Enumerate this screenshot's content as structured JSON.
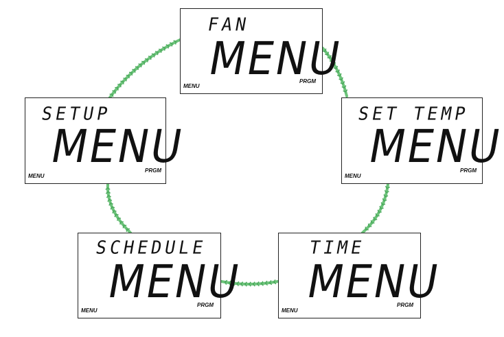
{
  "screens": [
    {
      "id": "fan",
      "top": "FAN",
      "main": "MENU",
      "left_label": "MENU",
      "right_label": "PRGM"
    },
    {
      "id": "set-temp",
      "top": "SET TEMP",
      "main": "MENU",
      "left_label": "MENU",
      "right_label": "PRGM"
    },
    {
      "id": "time",
      "top": "TIME",
      "main": "MENU",
      "left_label": "MENU",
      "right_label": "PRGM"
    },
    {
      "id": "schedule",
      "top": "SCHEDULE",
      "main": "MENU",
      "left_label": "MENU",
      "right_label": "PRGM"
    },
    {
      "id": "setup",
      "top": "SETUP",
      "main": "MENU",
      "left_label": "MENU",
      "right_label": "PRGM"
    }
  ],
  "colors": {
    "ring": "#6cc37a",
    "ring_dark": "#4aa85b",
    "border": "#222222"
  }
}
